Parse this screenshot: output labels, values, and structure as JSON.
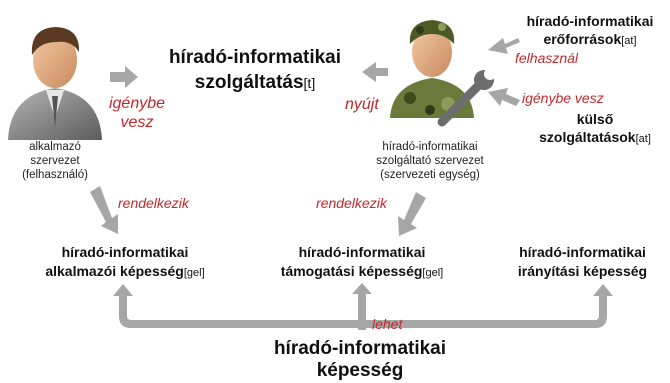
{
  "center": {
    "line1": "híradó-informatikai",
    "line2": "szolgáltatás",
    "tag": "[t]"
  },
  "resources": {
    "line1": "híradó-informatikai",
    "line2": "erőforrások",
    "tag": "[at]"
  },
  "external": {
    "line1": "külső",
    "line2": "szolgáltatások",
    "tag": "[at]"
  },
  "user_org": {
    "line1": "alkalmazó",
    "line2": "szervezet",
    "line3": "(felhasználó)"
  },
  "provider_org": {
    "line1": "híradó-informatikai",
    "line2": "szolgáltató szervezet",
    "line3": "(szervezeti egység)"
  },
  "verbs": {
    "igenybe_vesz_left_1": "igénybe",
    "igenybe_vesz_left_2": "vesz",
    "nyujt": "nyújt",
    "felhasznal": "felhasznál",
    "igenybe_vesz_right": "igénybe vesz",
    "rendelkezik_left": "rendelkezik",
    "rendelkezik_right": "rendelkezik",
    "lehet": "lehet"
  },
  "capabilities": [
    {
      "line1": "híradó-informatikai",
      "line2": "alkalmazói képesség",
      "tag": "[gel]"
    },
    {
      "line1": "híradó-informatikai",
      "line2": "támogatási képesség",
      "tag": "[gel]"
    },
    {
      "line1": "híradó-informatikai",
      "line2": "irányítási képesség",
      "tag": ""
    }
  ],
  "bottom": {
    "line1": "híradó-informatikai",
    "line2": "képesség"
  },
  "colors": {
    "arrow": "#a6a6a6",
    "verb": "#c0282d",
    "shirt_user": "#8c8c8c",
    "camo": "#6b7a3a"
  }
}
